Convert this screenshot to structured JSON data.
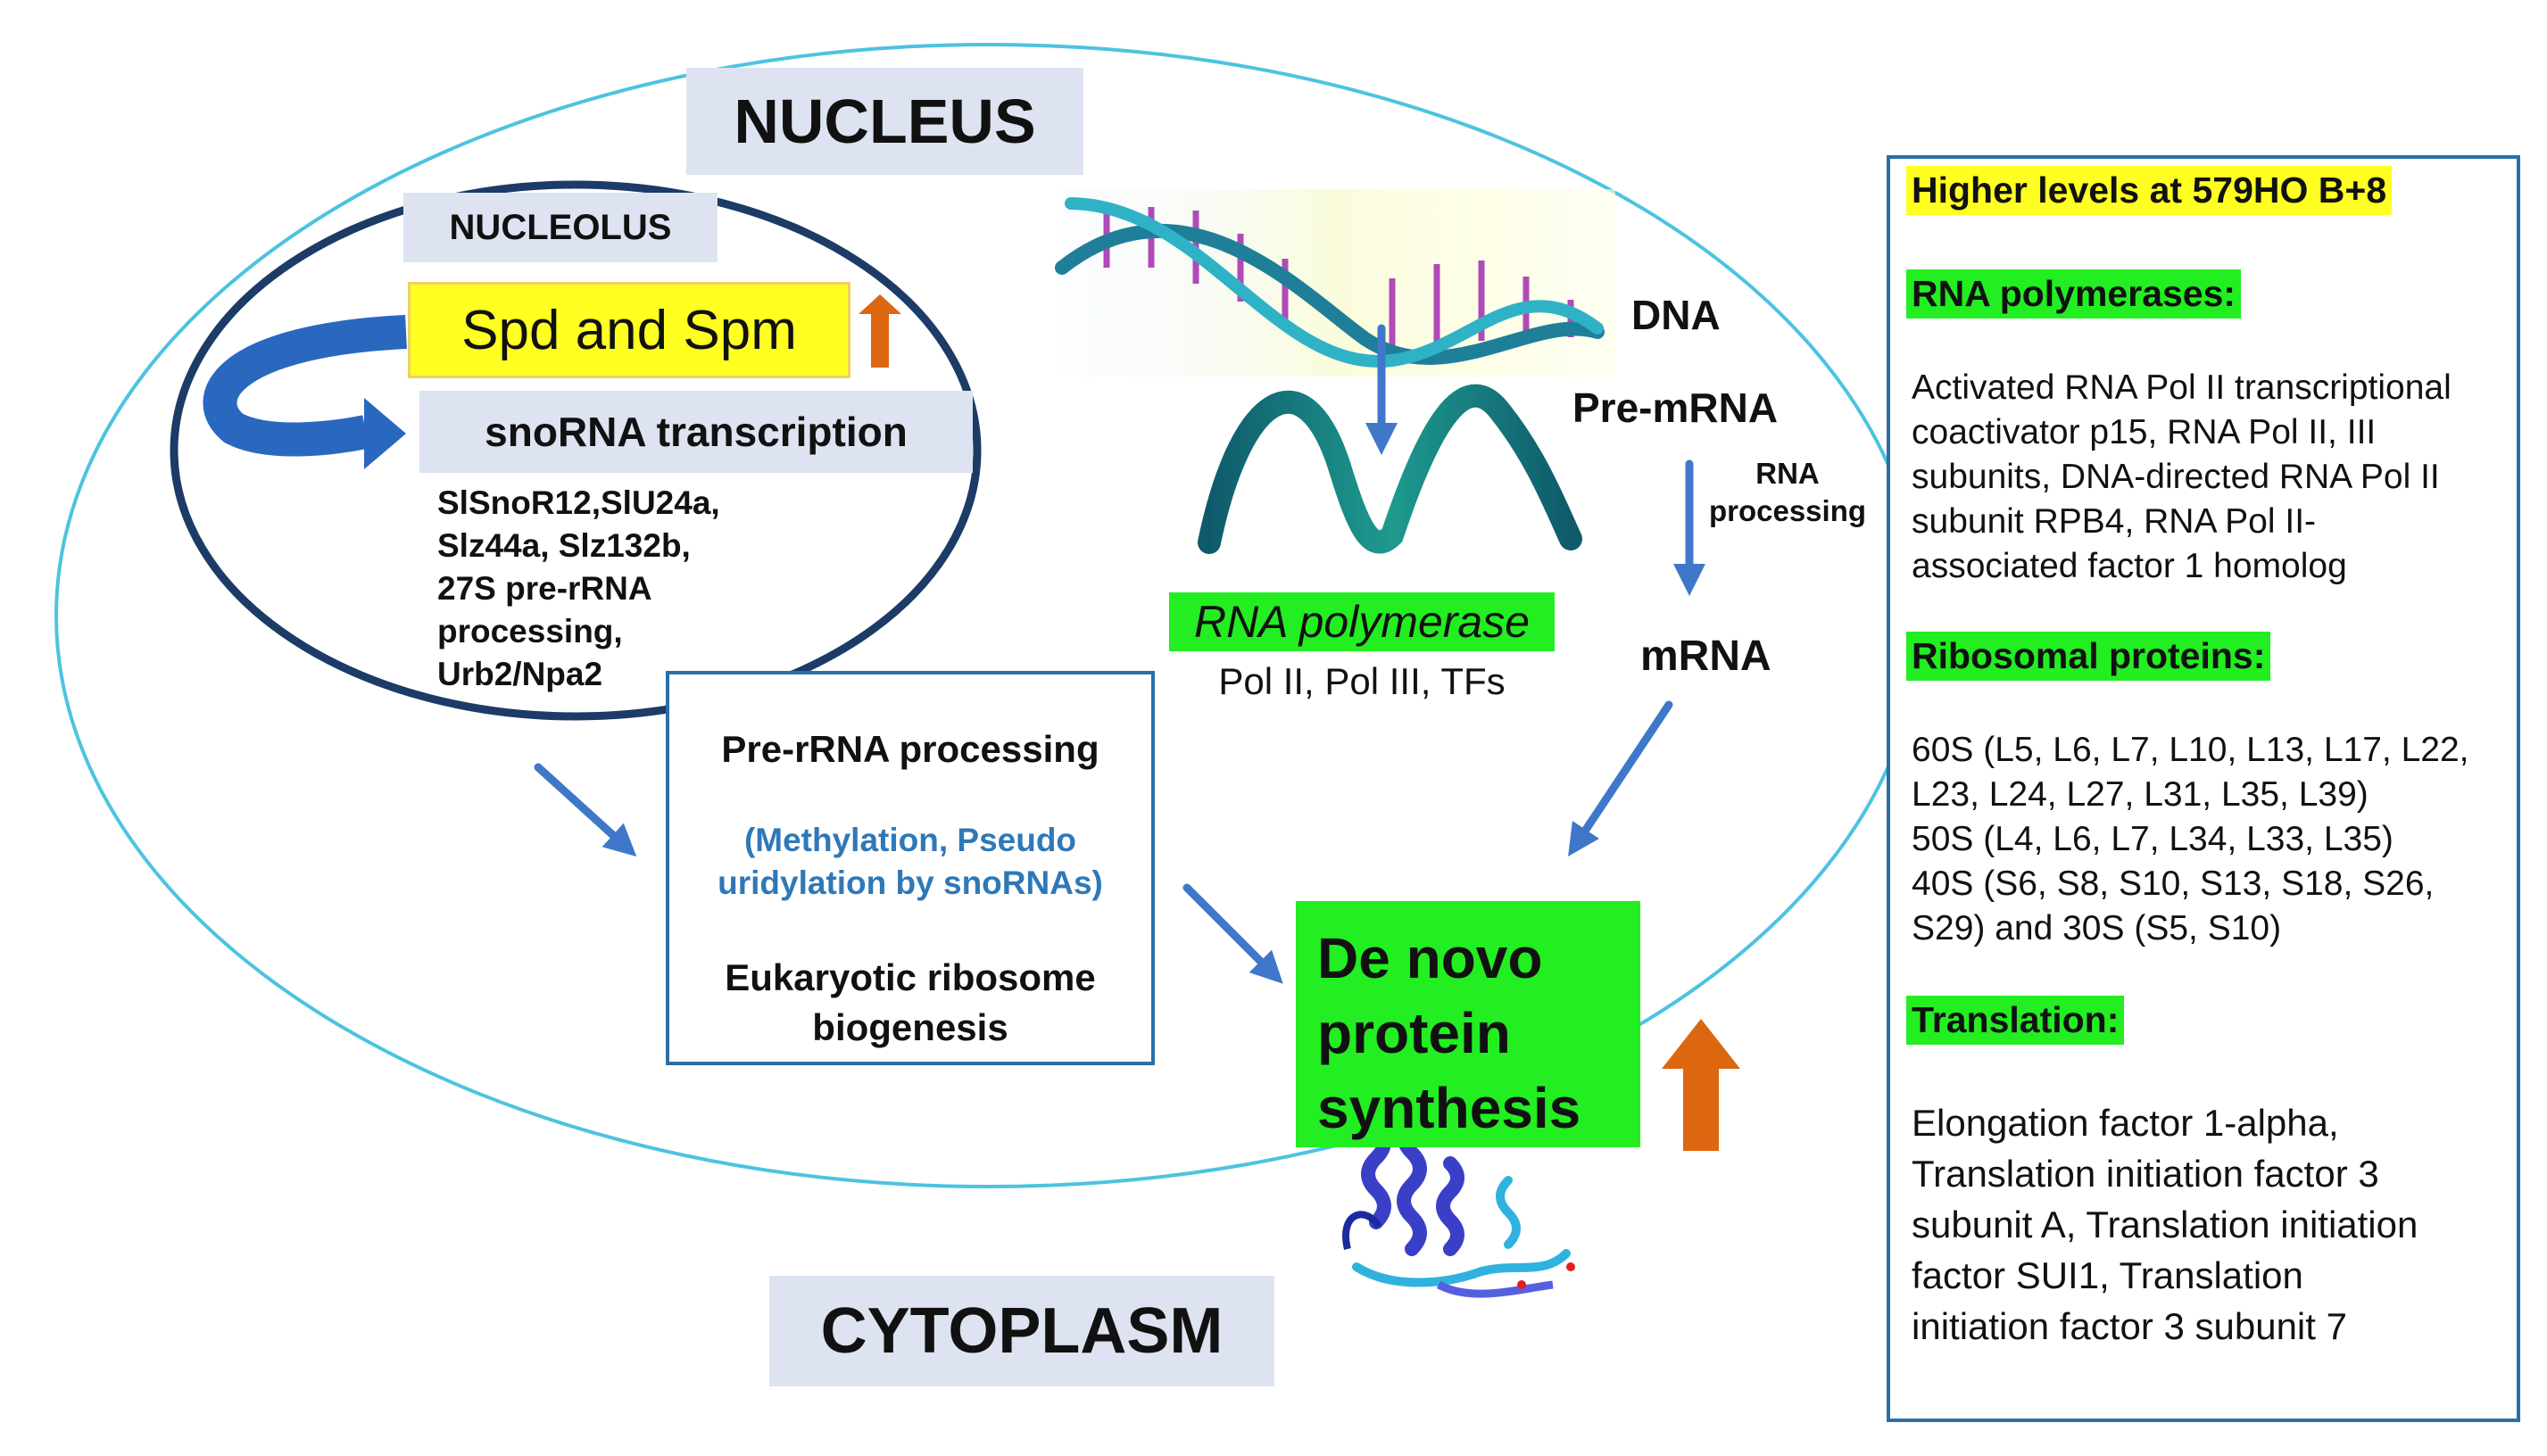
{
  "compartments": {
    "nucleus": "NUCLEUS",
    "nucleolus": "NUCLEOLUS",
    "cytoplasm": "CYTOPLASM"
  },
  "nucleolus": {
    "polyamines": "Spd and Spm",
    "transcription": "snoRNA transcription",
    "genes": [
      "SlSnoR12,SlU24a,",
      "Slz44a, Slz132b,",
      "27S pre-rRNA",
      "processing,",
      "Urb2/Npa2"
    ]
  },
  "transcription": {
    "dna": "DNA",
    "pre_mrna": "Pre-mRNA",
    "rna_processing": [
      "RNA",
      "processing"
    ],
    "mrna": "mRNA",
    "rna_polymerase": "RNA polymerase",
    "polymerase_types": "Pol II, Pol III, TFs"
  },
  "rrna_box": {
    "title": "Pre-rRNA processing",
    "modification": [
      "(Methylation, Pseudo",
      "uridylation by snoRNAs)"
    ],
    "biogenesis": [
      "Eukaryotic ribosome",
      "biogenesis"
    ]
  },
  "synthesis": {
    "lines": [
      "De novo",
      "protein",
      "synthesis"
    ]
  },
  "side_panel": {
    "title": "Higher levels at 579HO B+8",
    "sections": [
      {
        "heading": "RNA polymerases:",
        "lines": [
          "Activated RNA Pol II transcriptional",
          "coactivator p15, RNA Pol II, III",
          "subunits,  DNA-directed RNA Pol II",
          "subunit RPB4, RNA Pol II-",
          "associated factor 1 homolog"
        ]
      },
      {
        "heading": "Ribosomal proteins:",
        "lines": [
          "60S (L5, L6, L7, L10, L13, L17, L22,",
          "L23, L24, L27, L31, L35, L39)",
          "50S (L4, L6, L7, L34, L33, L35)",
          "40S (S6, S8, S10, S13, S18, S26,",
          "S29) and 30S (S5, S10)"
        ]
      },
      {
        "heading": "Translation:",
        "lines": [
          "Elongation  factor 1-alpha,",
          "Translation  initiation factor 3",
          "subunit A, Translation  initiation",
          "factor SUI1, Translation",
          "initiation factor 3 subunit  7"
        ]
      }
    ]
  },
  "colors": {
    "nucleus_outline": "#4cc3e0",
    "nucleolus_outline": "#1c3b66",
    "box_border": "#2a6fa8",
    "arrow_blue": "#3f78c9",
    "arrow_orange": "#dd6611",
    "label_bg": "#dde3f0",
    "green": "#22ee22",
    "yellow": "#ffff22",
    "modification_text": "#2f78b8"
  },
  "icons": [
    "dna-helix-icon",
    "rna-strand-icon",
    "protein-structure-icon",
    "up-arrow-icon"
  ]
}
